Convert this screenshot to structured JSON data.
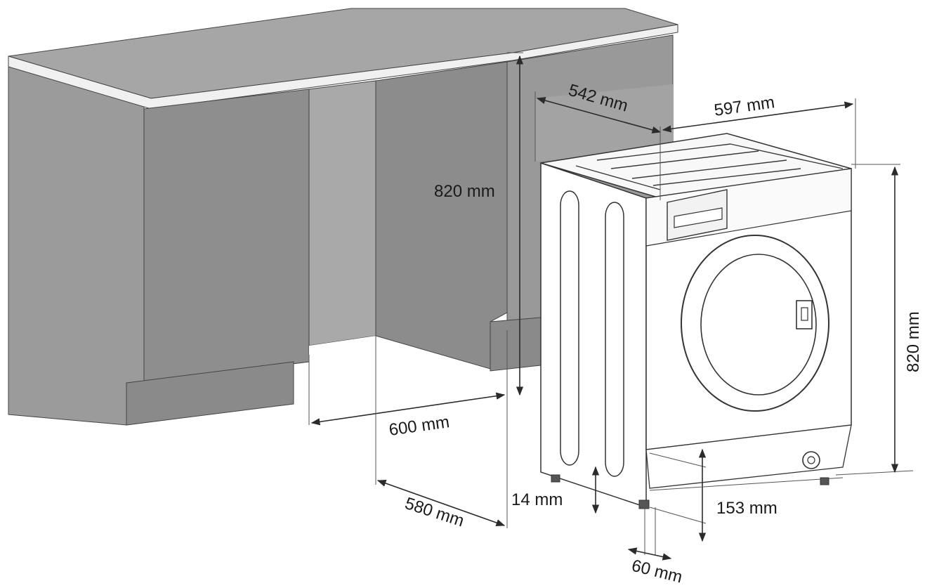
{
  "colors": {
    "cabinet_top": "#9a9a9a",
    "cabinet_front": "#8f8f8f",
    "cabinet_side": "#a4a4a4",
    "countertop_edge": "#f2f2f2",
    "recess_back": "#b3b3b3",
    "machine_body": "#ffffff",
    "outline": "#333333"
  },
  "dimensions": {
    "depth_top": "542 mm",
    "width_top": "597 mm",
    "height_right": "820 mm",
    "height_cabinet": "820 mm",
    "niche_width": "600 mm",
    "niche_depth": "580 mm",
    "foot_height": "14 mm",
    "door_offset": "153 mm",
    "foot_setback": "60 mm"
  }
}
